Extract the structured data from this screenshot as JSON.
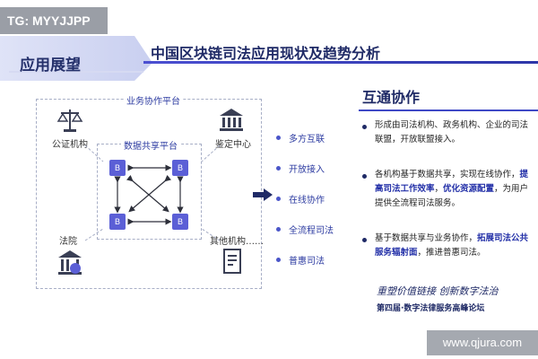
{
  "watermark_top_left": "TG: MYYJJPP",
  "watermark_bottom_right": "www.qjura.com",
  "section_label": "应用展望",
  "main_title": "中国区块链司法应用现状及趋势分析",
  "diagram": {
    "outer_label": "业务协作平台",
    "inner_label": "数据共享平台",
    "nodes": {
      "notary": "公证机构",
      "appraisal": "鉴定中心",
      "court": "法院",
      "others": "其他机构……"
    },
    "block_letter": "B",
    "features": [
      "多方互联",
      "开放接入",
      "在线协作",
      "全流程司法",
      "普惠司法"
    ]
  },
  "panel": {
    "title": "互通协作",
    "p1": "形成由司法机构、政务机构、企业的司法联盟，开放联盟接入。",
    "p2_a": "各机构基于数据共享，实现在线协作，",
    "p2_hl1": "提高司法工作效率",
    "p2_b": "，",
    "p2_hl2": "优化资源配置",
    "p2_c": "，为用户提供全流程司法服务。",
    "p3_a": "基于数据共享与业务协作，",
    "p3_hl": "拓展司法公共服务辐射面",
    "p3_b": "，推进普惠司法。"
  },
  "slogan": "重塑价值链接 创新数字法治",
  "sub_banner": "第四届·数字法律服务高峰论坛",
  "colors": {
    "accent": "#4b4fd1",
    "navy": "#1f2a66",
    "block": "#5b5fd6"
  }
}
